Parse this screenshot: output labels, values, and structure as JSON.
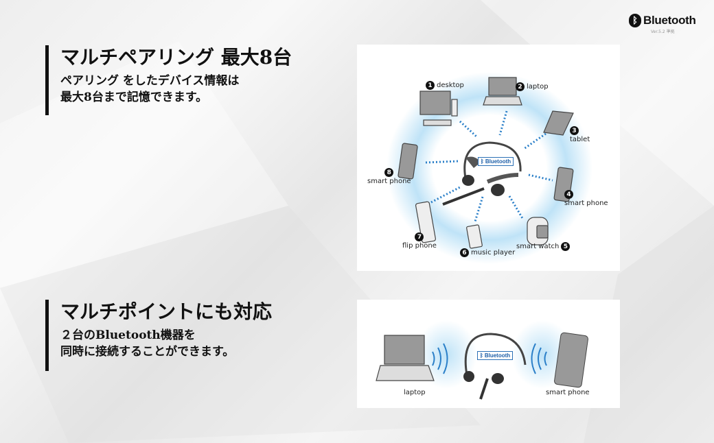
{
  "brand": {
    "name": "Bluetooth",
    "version": "Ver.5.2 準拠",
    "icon": "bluetooth-icon"
  },
  "sections": [
    {
      "title": "マルチペアリング 最大8台",
      "description": "ペアリング をしたデバイス情報は\n最大8台まで記憶できます。"
    },
    {
      "title": "マルチポイントにも対応",
      "description": "２台のBluetooth機器を\n同時に接続することができます。"
    }
  ],
  "pairing_diagram": {
    "center_logo": "Bluetooth",
    "devices": [
      {
        "num": "1",
        "label": "desktop"
      },
      {
        "num": "2",
        "label": "laptop"
      },
      {
        "num": "3",
        "label": "tablet"
      },
      {
        "num": "4",
        "label": "smart phone"
      },
      {
        "num": "5",
        "label": "smart watch"
      },
      {
        "num": "6",
        "label": "music player"
      },
      {
        "num": "7",
        "label": "flip phone"
      },
      {
        "num": "8",
        "label": "smart phone"
      }
    ]
  },
  "multipoint_diagram": {
    "center_logo": "Bluetooth",
    "left_label": "laptop",
    "right_label": "smart phone"
  },
  "colors": {
    "accent": "#2a7fc8",
    "glow": "#bfe3f7",
    "text": "#111111"
  }
}
